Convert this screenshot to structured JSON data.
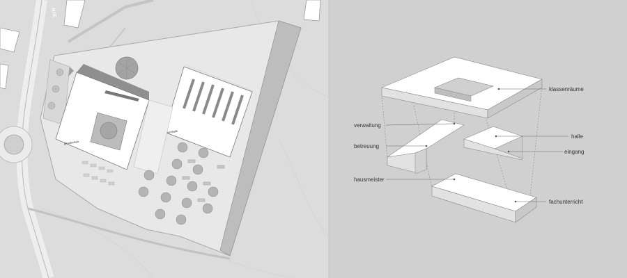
{
  "site_plan": {
    "street_label": "NIE",
    "building_main_label": "grundschule",
    "building_hall_label": "turnhalle"
  },
  "axonometric": {
    "labels": {
      "klassenraeume": "klassenräume",
      "verwaltung": "verwaltung",
      "betreuung": "betreuung",
      "halle": "halle",
      "eingang": "eingang",
      "hausmeister": "hausmeister",
      "fachunterricht": "fachunterricht"
    }
  },
  "colors": {
    "background": "#d0d0d0",
    "site_background": "#dcdcdc",
    "building_white": "#ffffff",
    "leader_line": "#666666"
  }
}
